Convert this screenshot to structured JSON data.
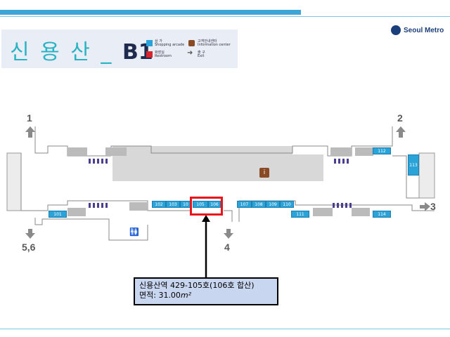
{
  "header": {
    "station_name": "신 용 산",
    "separator": "_",
    "floor": "B1",
    "brand": "Seoul Metro"
  },
  "legend": [
    {
      "ko": "상 가",
      "en": "Shopping arcade",
      "color": "#2aa3d8"
    },
    {
      "ko": "고객안내센터",
      "en": "Information center",
      "color": "#8a4a25"
    },
    {
      "ko": "화장실",
      "en": "Restroom",
      "color": "#d9232d"
    },
    {
      "ko": "출 구",
      "en": "Exit",
      "color": "#555555"
    }
  ],
  "exits": {
    "e1": "1",
    "e2": "2",
    "e3": "3",
    "e4": "4",
    "e56": "5,6"
  },
  "shops": {
    "s101": "101",
    "s102": "102",
    "s103": "103",
    "s104": "10",
    "s105": "105",
    "s106": "106",
    "s107": "107",
    "s108": "108",
    "s109": "109",
    "s110": "110",
    "s111": "111",
    "s112": "112",
    "s113": "113",
    "s114": "114"
  },
  "info_icon": "i",
  "restroom_icon": "🚻",
  "callout": {
    "line1": "신용산역 429-105호(106호 합산)",
    "line2_label": "면적: 31.00",
    "line2_unit": "m²"
  }
}
